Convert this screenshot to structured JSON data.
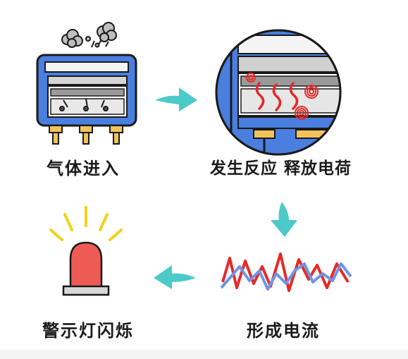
{
  "steps": [
    {
      "label": "气体进入"
    },
    {
      "label": "发生反应 释放电荷"
    },
    {
      "label": "形成电流"
    },
    {
      "label": "警示灯闪烁"
    }
  ],
  "icons": {
    "sensor": "gas-sensor-icon",
    "zoom": "sensor-zoom-icon",
    "wave": "current-wave-icon",
    "light": "warning-light-icon",
    "arrow": "flow-arrow-icon"
  },
  "colors": {
    "outline": "#1a1a1a",
    "sensor_blue": "#4a7fe0",
    "arrow_teal": "#4cc9c9",
    "wave_red": "#e52a2a",
    "wave_blue": "#6e95e6",
    "lamp_red": "#ee5b55",
    "pin_yellow": "#f2c25c",
    "ray_yellow": "#f2d21a"
  }
}
